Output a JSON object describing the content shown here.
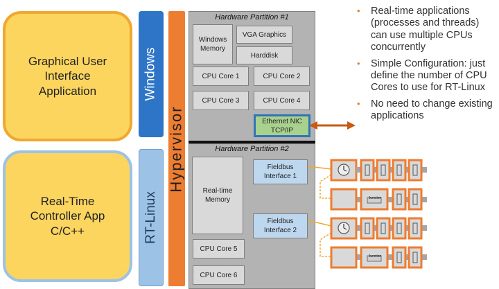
{
  "apps": {
    "gui": "Graphical User Interface Application",
    "rt": "Real-Time Controller App C/C++"
  },
  "os": {
    "windows": "Windows",
    "rtlinux": "RT-Linux"
  },
  "hypervisor": "Hypervisor",
  "partition1": {
    "title": "Hardware Partition #1",
    "windows_memory": "Windows Memory",
    "vga": "VGA Graphics",
    "harddisk": "Harddisk",
    "cores": [
      "CPU Core 1",
      "CPU Core 2",
      "CPU Core 3",
      "CPU Core 4"
    ],
    "nic": "Ethernet NIC TCP/IP"
  },
  "partition2": {
    "title": "Hardware Partition #2",
    "memory": "Real-time Memory",
    "fieldbus1": "Fieldbus Interface 1",
    "fieldbus2": "Fieldbus Interface 2",
    "cores": [
      "CPU Core 5",
      "CPU Core 6"
    ]
  },
  "io_label": "Junction",
  "bullets": [
    "Real-time applications (processes and threads) can use multiple CPUs concurrently",
    "Simple Configuration: just define the number of CPU Cores to use for RT-Linux",
    "No need to change existing applications"
  ],
  "colors": {
    "app_fill": "#fcd55f",
    "windows": "#2e75c8",
    "rtlinux": "#9cc3e6",
    "hypervisor": "#ed7d31",
    "nic": "#a9d18e",
    "fieldbus": "#bdd7ee"
  }
}
